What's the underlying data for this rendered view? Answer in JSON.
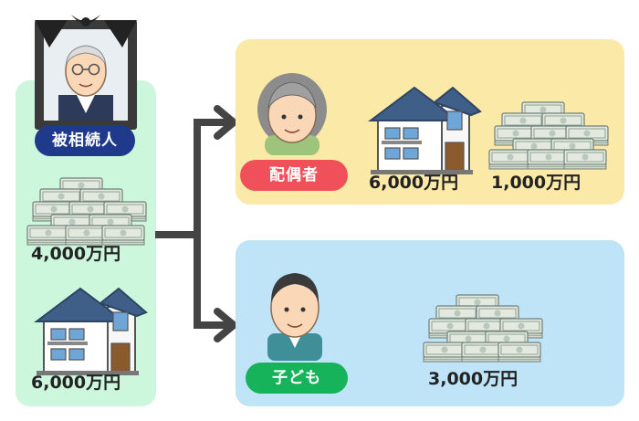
{
  "deceased": {
    "label": "被相続人",
    "assets": [
      {
        "type": "cash",
        "amount": "4,000万円"
      },
      {
        "type": "house",
        "amount": "6,000万円"
      }
    ]
  },
  "heirs": [
    {
      "label": "配偶者",
      "assets": [
        {
          "type": "house",
          "amount": "6,000万円"
        },
        {
          "type": "cash",
          "amount": "1,000万円"
        }
      ]
    },
    {
      "label": "子ども",
      "assets": [
        {
          "type": "cash",
          "amount": "3,000万円"
        }
      ]
    }
  ],
  "colors": {
    "deceased_panel": "#ccf7dc",
    "spouse_panel": "#fbe9a8",
    "child_panel": "#bfe3f7",
    "deceased_pill": "#1f3a8a",
    "spouse_pill": "#f0505a",
    "child_pill": "#17b35a",
    "arrow": "#444444"
  }
}
